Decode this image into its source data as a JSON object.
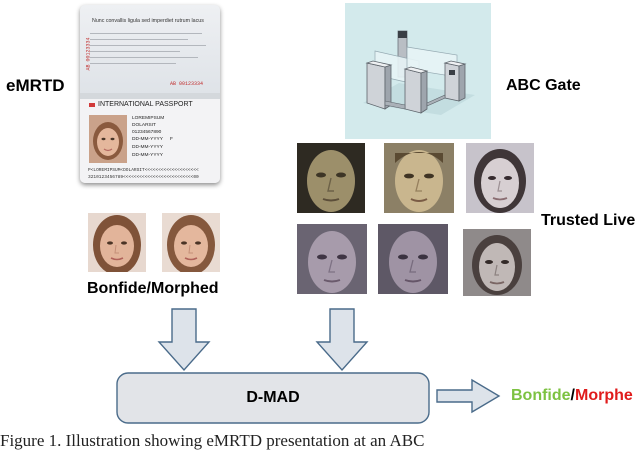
{
  "labels": {
    "emrtd": "eMRTD",
    "abc_gate": "ABC Gate",
    "trusted_live": "Trusted Live",
    "bonfide_morphed": "Bonfide/Morphed",
    "dmad": "D-MAD",
    "result_bonfide": "Bonfide",
    "result_sep": "/",
    "result_morphed": "Morphe"
  },
  "passport": {
    "header_text": "Nunc convallis ligula sed imperdiet rutrum lacus",
    "number_red_1": "AB 00123334",
    "number_red_2": "AB 00123334",
    "title": "INTERNATIONAL PASSPORT",
    "fields": [
      "LOREMIPSUM",
      "DOLARSIT",
      "01234567890",
      "DD-MM-YYYY",
      "F",
      "DD-MM-YYYY",
      "DD-MM-YYYY"
    ],
    "mrz_1": "P<LOREMIPSUM<DOLARSIT<<<<<<<<<<<<<<<<<<<<",
    "mrz_2": "3210123456789<<<<<<<<<<<<<<<<<<<<<<<<<<00"
  },
  "caption": "Figure 1. Illustration showing eMRTD presentation at an ABC",
  "colors": {
    "bonfide": "#7dc242",
    "morphed": "#e01b1b",
    "arrow_fill": "#dde3ea",
    "arrow_stroke": "#4a6b8a",
    "box_fill": "#e2e4e8",
    "box_stroke": "#4a6b8a"
  },
  "icons": [
    "passport-icon",
    "abc-gate-icon"
  ]
}
